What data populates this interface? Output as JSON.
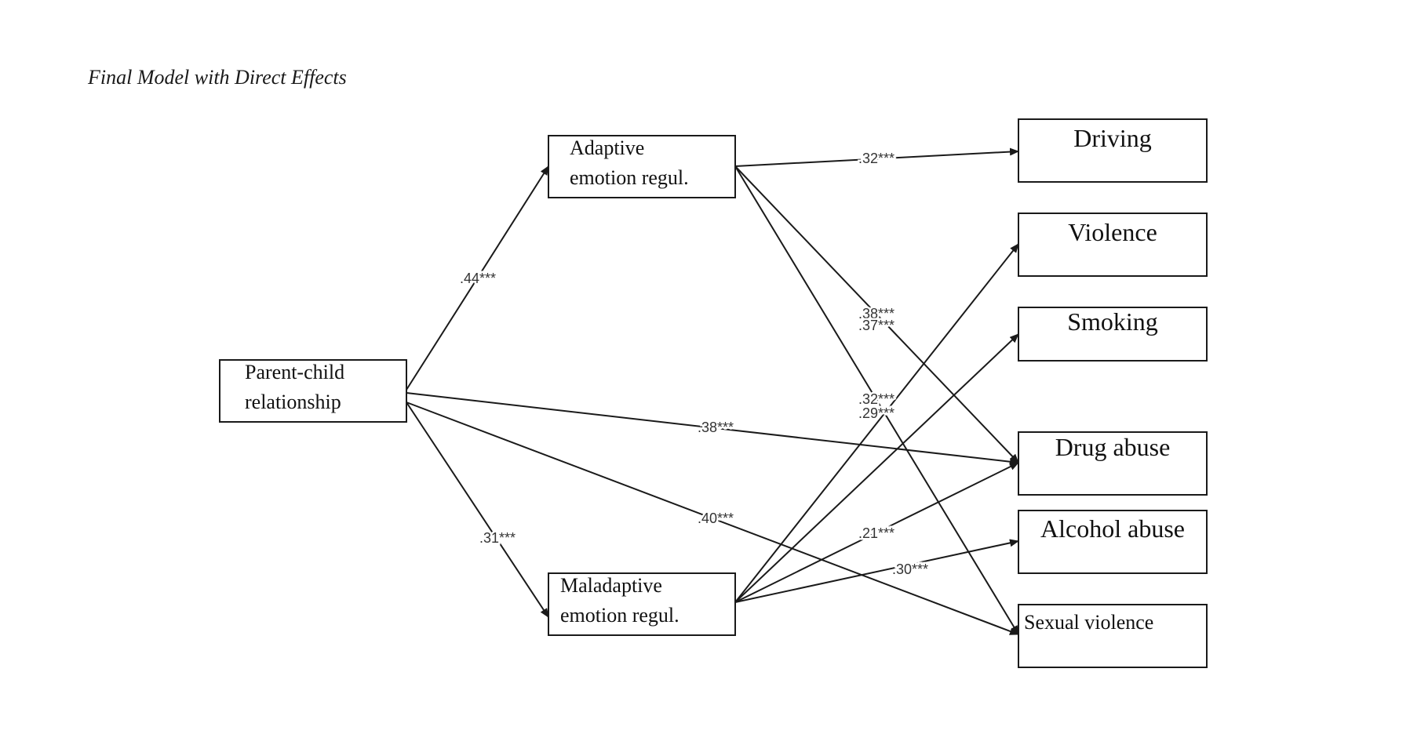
{
  "title": "Final Model with Direct Effects",
  "colors": {
    "line": "#1a1a1a",
    "box_fill": "#ffffff",
    "text": "#111111",
    "label": "#333333"
  },
  "nodes": {
    "parent": [
      "Parent-child",
      "relationship"
    ],
    "adaptive": [
      "Adaptive",
      "emotion regul."
    ],
    "maladaptive": [
      "Maladaptive",
      "emotion regul."
    ],
    "driving": [
      "Driving"
    ],
    "violence": [
      "Violence"
    ],
    "smoking": [
      "Smoking"
    ],
    "drug": [
      "Drug abuse"
    ],
    "alcohol": [
      "Alcohol abuse"
    ],
    "sexual": [
      "Sexual violence"
    ]
  },
  "edges": [
    {
      "from": "parent",
      "to": "adaptive",
      "label": ".44***"
    },
    {
      "from": "parent",
      "to": "maladaptive",
      "label": ".31***"
    },
    {
      "from": "parent",
      "to": "drug",
      "label": ".38***"
    },
    {
      "from": "parent",
      "to": "sexual",
      "label": ".40***"
    },
    {
      "from": "adaptive",
      "to": "driving",
      "label": ".32***"
    },
    {
      "from": "adaptive",
      "to": "drug",
      "label": ".38***"
    },
    {
      "from": "adaptive",
      "to": "sexual",
      "label": ".32***"
    },
    {
      "from": "maladaptive",
      "to": "violence",
      "label": ".37***"
    },
    {
      "from": "maladaptive",
      "to": "smoking",
      "label": ".29***"
    },
    {
      "from": "maladaptive",
      "to": "drug",
      "label": ".21***"
    },
    {
      "from": "maladaptive",
      "to": "alcohol",
      "label": ".30***"
    }
  ]
}
